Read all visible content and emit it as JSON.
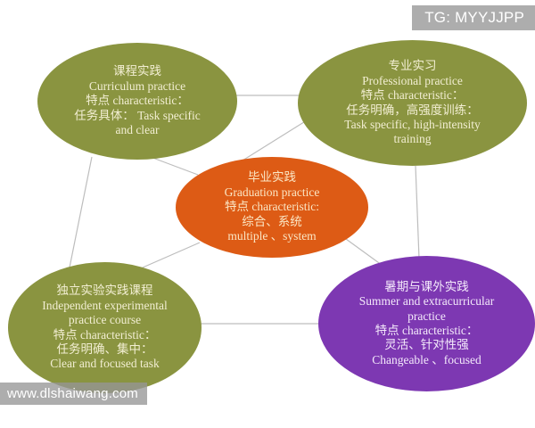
{
  "diagram": {
    "title_center": "毕业实践",
    "background_color": "#ffffff",
    "colors": {
      "green": "#8a9440",
      "orange": "#dd5b15",
      "purple": "#7d38b2",
      "green_text": "#f2eed2",
      "orange_text": "#fbe6c4",
      "purple_text": "#f4e9fb",
      "connector": "#b9b9b9"
    },
    "nodes": [
      {
        "id": "curriculum",
        "position": "top-left",
        "color_name": "green",
        "text": "课程实践\nCurriculum practice\n特点 characteristic：\n任务具体： Task specific\nand clear",
        "title_cn": "课程实践",
        "title_en": "Curriculum practice",
        "feature_label": "特点 characteristic：",
        "feature_cn": "任务具体：",
        "feature_en": "Task specific and clear"
      },
      {
        "id": "professional",
        "position": "top-right",
        "color_name": "green",
        "text": "专业实习\nProfessional practice\n特点 characteristic：\n任务明确，高强度训练：\nTask specific, high-intensity\ntraining",
        "title_cn": "专业实习",
        "title_en": "Professional practice",
        "feature_label": "特点 characteristic：",
        "feature_cn": "任务明确，高强度训练：",
        "feature_en": "Task specific, high-intensity training"
      },
      {
        "id": "graduation",
        "position": "center",
        "color_name": "orange",
        "text": "毕业实践\nGraduation practice\n特点 characteristic:\n综合、系统\nmultiple 、system",
        "title_cn": "毕业实践",
        "title_en": "Graduation practice",
        "feature_label": "特点 characteristic:",
        "feature_cn": "综合、系统",
        "feature_en": "multiple 、system"
      },
      {
        "id": "independent",
        "position": "bottom-left",
        "color_name": "green",
        "text": "独立实验实践课程\nIndependent experimental\npractice course\n特点 characteristic：\n任务明确、集中：\nClear and focused task",
        "title_cn": "独立实验实践课程",
        "title_en": "Independent experimental practice course",
        "feature_label": "特点 characteristic：",
        "feature_cn": "任务明确、集中：",
        "feature_en": "Clear and focused task"
      },
      {
        "id": "summer",
        "position": "bottom-right",
        "color_name": "purple",
        "text": "暑期与课外实践\nSummer and extracurricular\n practice\n特点 characteristic：\n灵活、针对性强\nChangeable 、focused",
        "title_cn": "暑期与课外实践",
        "title_en": "Summer and extracurricular practice",
        "feature_label": "特点 characteristic：",
        "feature_cn": "灵活、针对性强",
        "feature_en": "Changeable 、focused"
      }
    ]
  },
  "watermarks": {
    "top_right": "TG: MYYJJPP",
    "bottom_left": "www.dlshaiwang.com"
  }
}
